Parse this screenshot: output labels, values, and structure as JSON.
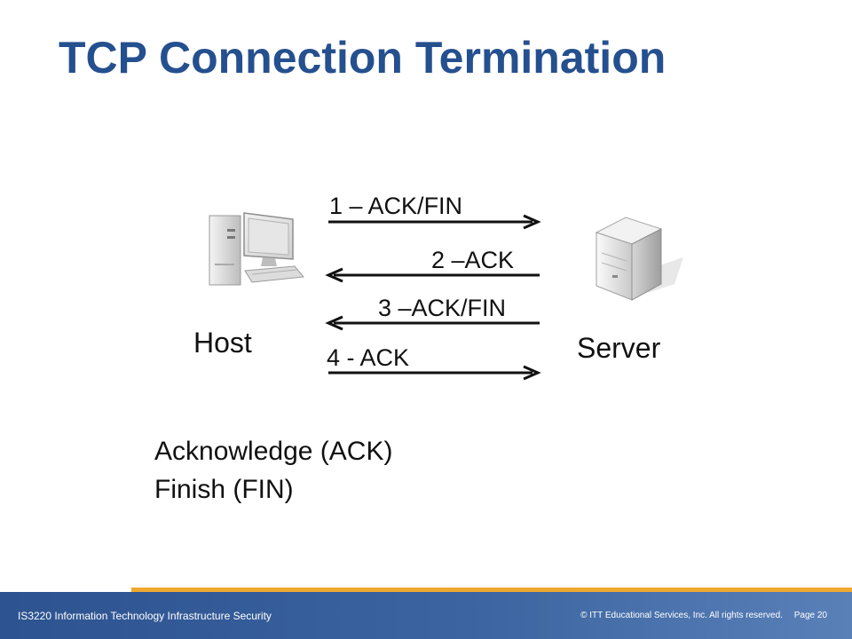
{
  "slide": {
    "title": "TCP Connection Termination"
  },
  "diagram": {
    "host_label": "Host",
    "server_label": "Server",
    "host_icon": "desktop-computer-icon",
    "server_icon": "server-icon",
    "messages": [
      {
        "label": "1 – ACK/FIN",
        "direction": "host-to-server"
      },
      {
        "label": "2 –ACK",
        "direction": "server-to-host"
      },
      {
        "label": "3 –ACK/FIN",
        "direction": "server-to-host"
      },
      {
        "label": "4 - ACK",
        "direction": "host-to-server"
      }
    ]
  },
  "legend": {
    "ack": "Acknowledge (ACK)",
    "fin": "Finish (FIN)"
  },
  "footer": {
    "course": "IS3220 Information Technology Infrastructure Security",
    "copyright": "© ITT Educational Services, Inc. All rights reserved.",
    "page": "Page 20"
  },
  "colors": {
    "title": "#25508f",
    "footer_bar": "#2d5390",
    "footer_accent": "#f0a830"
  }
}
